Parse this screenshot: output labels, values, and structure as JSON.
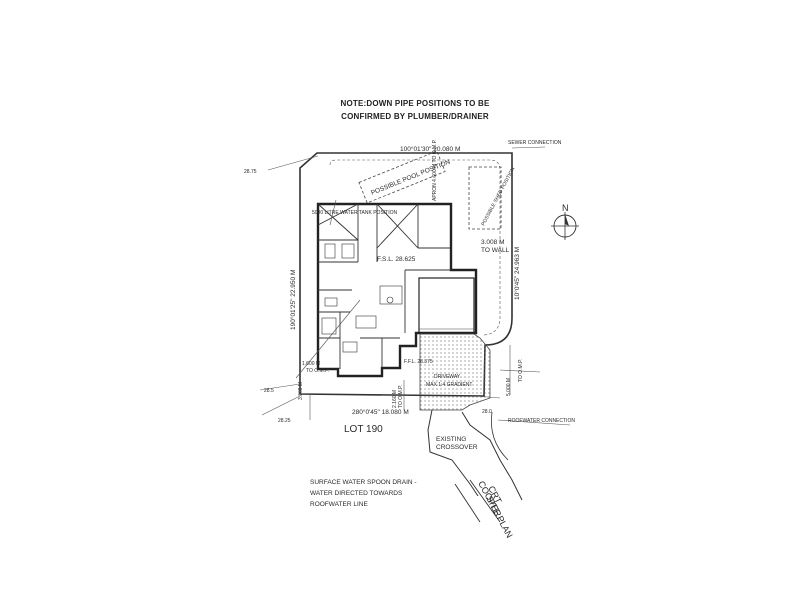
{
  "notes": {
    "line1": "NOTE:DOWN PIPE POSITIONS TO BE",
    "line2": "CONFIRMED BY PLUMBER/DRAINER"
  },
  "boundary": {
    "north": "100°01'30\" 20.080 M",
    "west": "190°01'25\" 22.950 M",
    "east": "10°0'45\" 24.963 M",
    "south": "280°0'45\" 18.080 M"
  },
  "levels": {
    "nw": "28.75",
    "sw1": "28.5",
    "sw2": "28.25",
    "se": "28.0",
    "fsl": "F.S.L. 28.625",
    "ffl": "F.F.L. 28.375"
  },
  "callouts": {
    "sewer": "SEWER CONNECTION",
    "roofwater": "ROOFWATER CONNECTION",
    "pool": "POSSIBLE POOL POSITION",
    "shed": "POSSIBLE SHED POSITION",
    "apron": "APRON 4.600 M TO O.M.P.",
    "tank": "5000 LITRE WATER TANK POSITION",
    "wall_dim": "3.008 M",
    "wall_txt": "TO WALL",
    "left_dim": "1.600 M",
    "left_txt": "TO O.M.P.",
    "sw_dim": "3.009 M",
    "sw_txt": "TO O.M.P.",
    "drive_dim": "2.160 M",
    "drive_txt": "TO O.M.P.",
    "right_dim": "5.000 M",
    "right_txt": "TO O.M.P.",
    "driveway1": "DRIVEWAY",
    "driveway2": "MAX 1:4 GRADIENT"
  },
  "lot": "LOT 190",
  "crossover": {
    "line1": "EXISTING",
    "line2": "CROSSOVER"
  },
  "street": {
    "line1": "COOPER",
    "line2": "CRT",
    "line3": "SITE PLAN"
  },
  "surface": {
    "line1": "SURFACE WATER SPOON DRAIN -",
    "line2": "WATER DIRECTED TOWARDS",
    "line3": "ROOFWATER LINE"
  },
  "north_arrow": "N"
}
